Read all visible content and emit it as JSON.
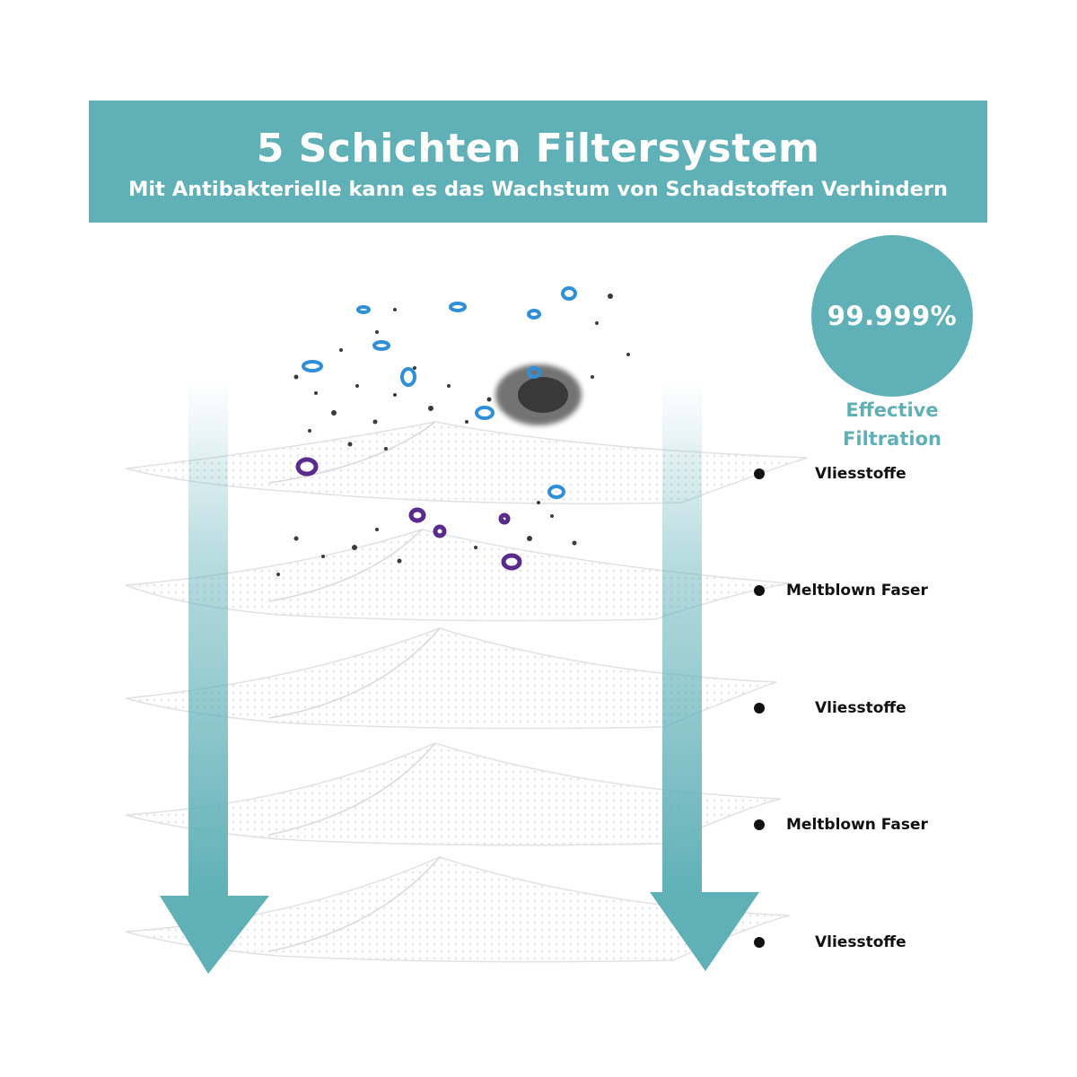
{
  "banner": {
    "title": "5 Schichten Filtersystem",
    "subtitle": "Mit Antibakterielle kann es das Wachstum von Schadstoffen Verhindern"
  },
  "badge": {
    "value": "99.999%",
    "caption_line1": "Effective",
    "caption_line2": "Filtration"
  },
  "layers": [
    {
      "label": "Vliesstoffe"
    },
    {
      "label": "Meltblown Faser"
    },
    {
      "label": "Vliesstoffe"
    },
    {
      "label": "Meltblown Faser"
    },
    {
      "label": "Vliesstoffe"
    }
  ],
  "colors": {
    "accent": "#5fb0b7",
    "text": "#111111",
    "particle_blue": "#2f8fd8",
    "particle_purple": "#5a2a8c"
  },
  "icons": [
    "arrow-down-icon",
    "bullet-icon",
    "particle-icon"
  ]
}
